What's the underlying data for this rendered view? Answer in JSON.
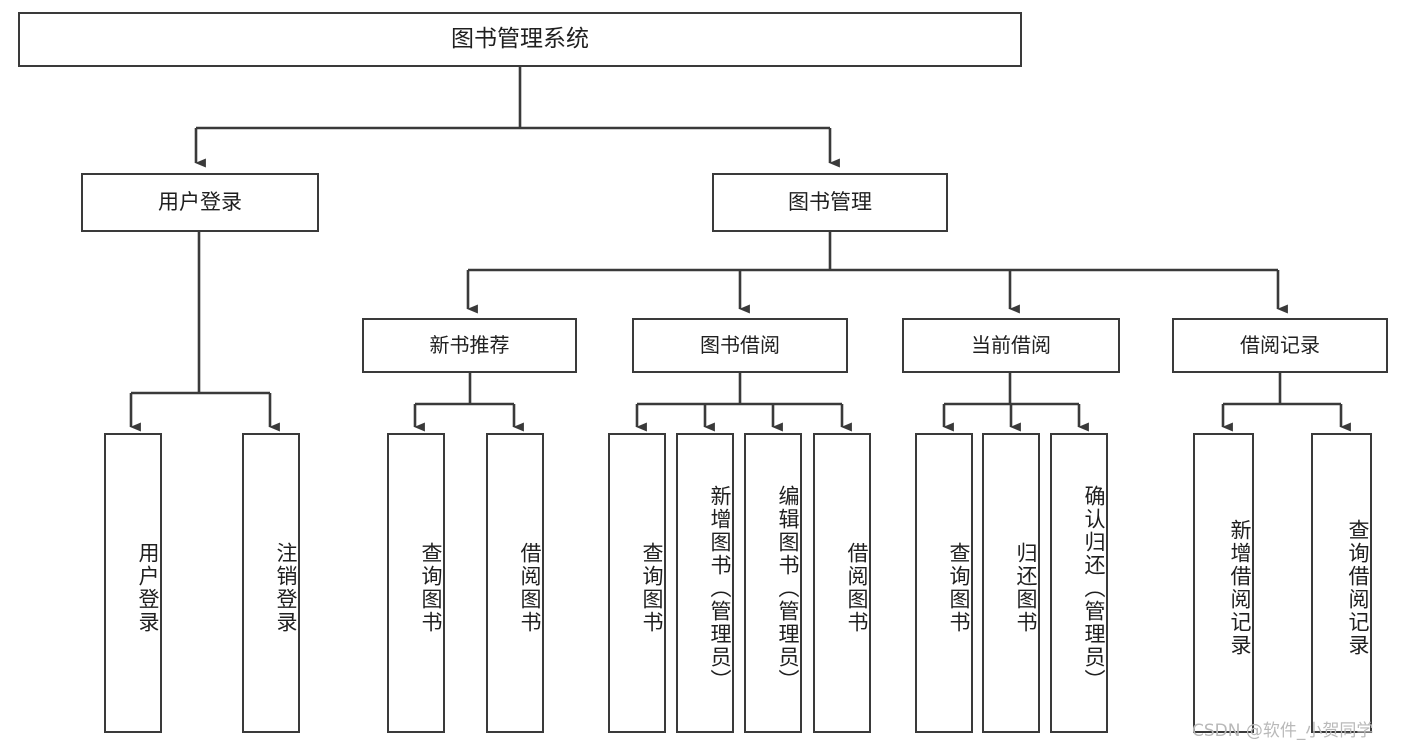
{
  "diagram": {
    "type": "tree",
    "title": "图书管理系统",
    "orientation": "top-down",
    "colors": {
      "node_border": "#3a3a3a",
      "node_fill": "#ffffff",
      "connector": "#3a3a3a",
      "background": "#ffffff",
      "watermark": "#b9b9b9"
    },
    "root": {
      "id": "root",
      "label": "图书管理系统"
    },
    "level1": [
      {
        "id": "user-login",
        "label": "用户登录"
      },
      {
        "id": "book-manage",
        "label": "图书管理"
      }
    ],
    "level2": [
      {
        "id": "new-book-recommend",
        "label": "新书推荐",
        "parent": "book-manage"
      },
      {
        "id": "book-borrow",
        "label": "图书借阅",
        "parent": "book-manage"
      },
      {
        "id": "current-borrow",
        "label": "当前借阅",
        "parent": "book-manage"
      },
      {
        "id": "borrow-record",
        "label": "借阅记录",
        "parent": "book-manage"
      }
    ],
    "leaves": [
      {
        "id": "leaf-user-login",
        "label": "用户登录",
        "parent": "user-login"
      },
      {
        "id": "leaf-user-logout",
        "label": "注销登录",
        "parent": "user-login"
      },
      {
        "id": "leaf-query-book-1",
        "label": "查询图书",
        "parent": "new-book-recommend"
      },
      {
        "id": "leaf-borrow-book-1",
        "label": "借阅图书",
        "parent": "new-book-recommend"
      },
      {
        "id": "leaf-query-book-2",
        "label": "查询图书",
        "parent": "book-borrow"
      },
      {
        "id": "leaf-add-book",
        "label": "新增图书（管理员）",
        "parent": "book-borrow"
      },
      {
        "id": "leaf-edit-book",
        "label": "编辑图书（管理员）",
        "parent": "book-borrow"
      },
      {
        "id": "leaf-borrow-book-2",
        "label": "借阅图书",
        "parent": "book-borrow"
      },
      {
        "id": "leaf-query-book-3",
        "label": "查询图书",
        "parent": "current-borrow"
      },
      {
        "id": "leaf-return-book",
        "label": "归还图书",
        "parent": "current-borrow"
      },
      {
        "id": "leaf-confirm-return",
        "label": "确认归还（管理员）",
        "parent": "current-borrow"
      },
      {
        "id": "leaf-add-record",
        "label": "新增借阅记录",
        "parent": "borrow-record"
      },
      {
        "id": "leaf-query-record",
        "label": "查询借阅记录",
        "parent": "borrow-record"
      }
    ]
  },
  "watermark": {
    "text": "CSDN @软件_小贺同学"
  }
}
